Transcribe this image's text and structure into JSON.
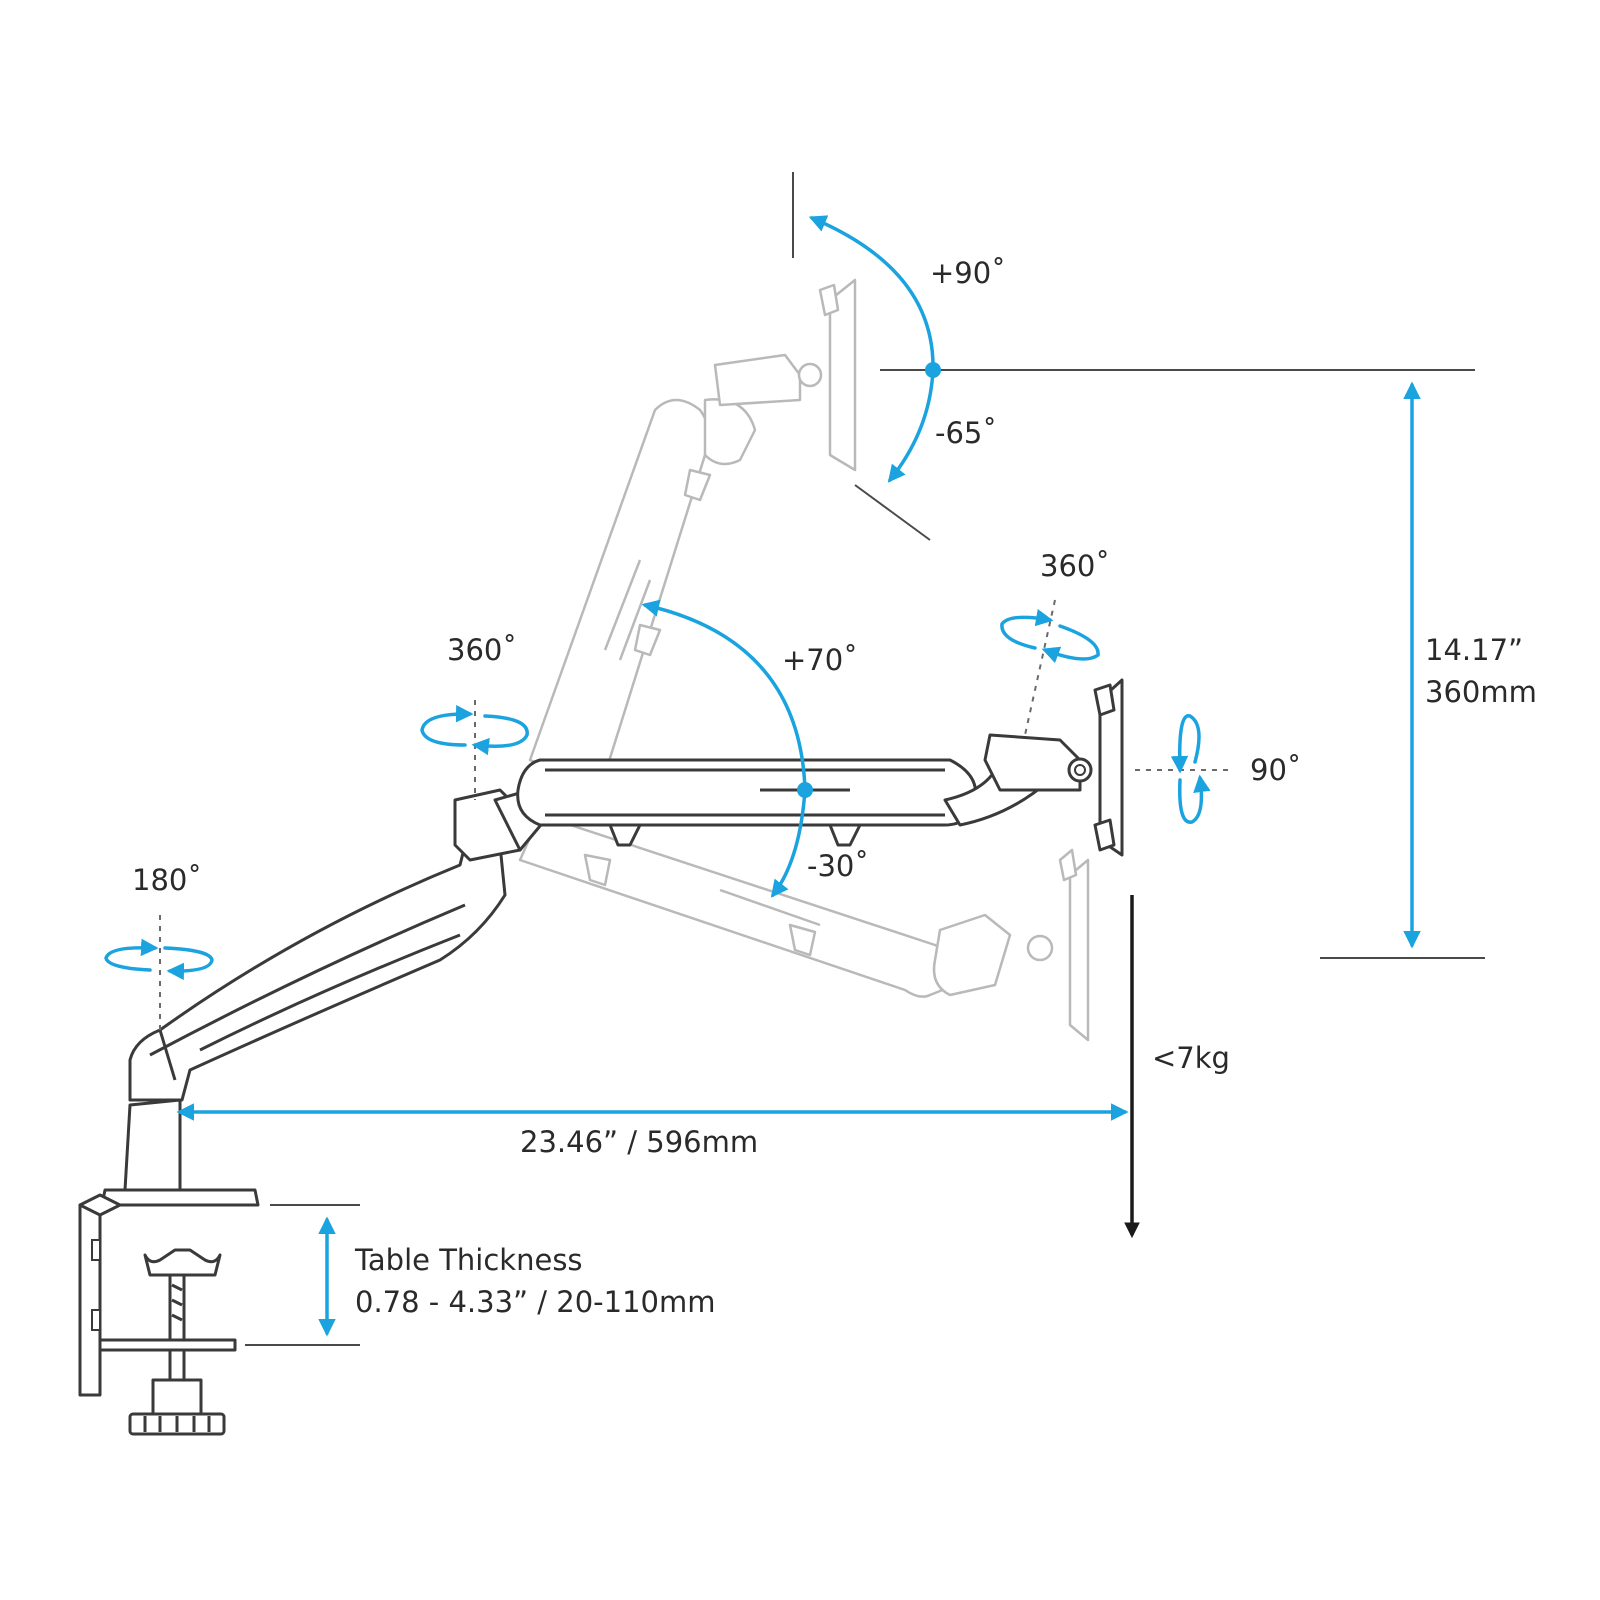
{
  "colors": {
    "accent_blue": "#1aa3df",
    "line": "#3a3a3a",
    "ghost": "#b9b9b9",
    "text": "#2a2a2a",
    "arrow_black": "#1a1a1a"
  },
  "labels": {
    "tilt_up": "+90˚",
    "tilt_down": "-65˚",
    "head_swivel": "360˚",
    "elbow_swivel": "360˚",
    "arm_raise": "+70˚",
    "arm_lower": "-30˚",
    "rotation": "90˚",
    "base_swivel": "180˚",
    "height_inch": "14.17”",
    "height_mm": "360mm",
    "reach": "23.46” / 596mm",
    "weight": "<7kg",
    "table_title": "Table Thickness",
    "table_range": "0.78 - 4.33” / 20-110mm"
  },
  "icons": {
    "arc_arrow": "curved-double-arrow-icon",
    "rotate_ellipse": "rotation-ellipse-icon",
    "pivot_dot": "pivot-dot-icon",
    "down_arrow": "load-arrow-icon"
  }
}
